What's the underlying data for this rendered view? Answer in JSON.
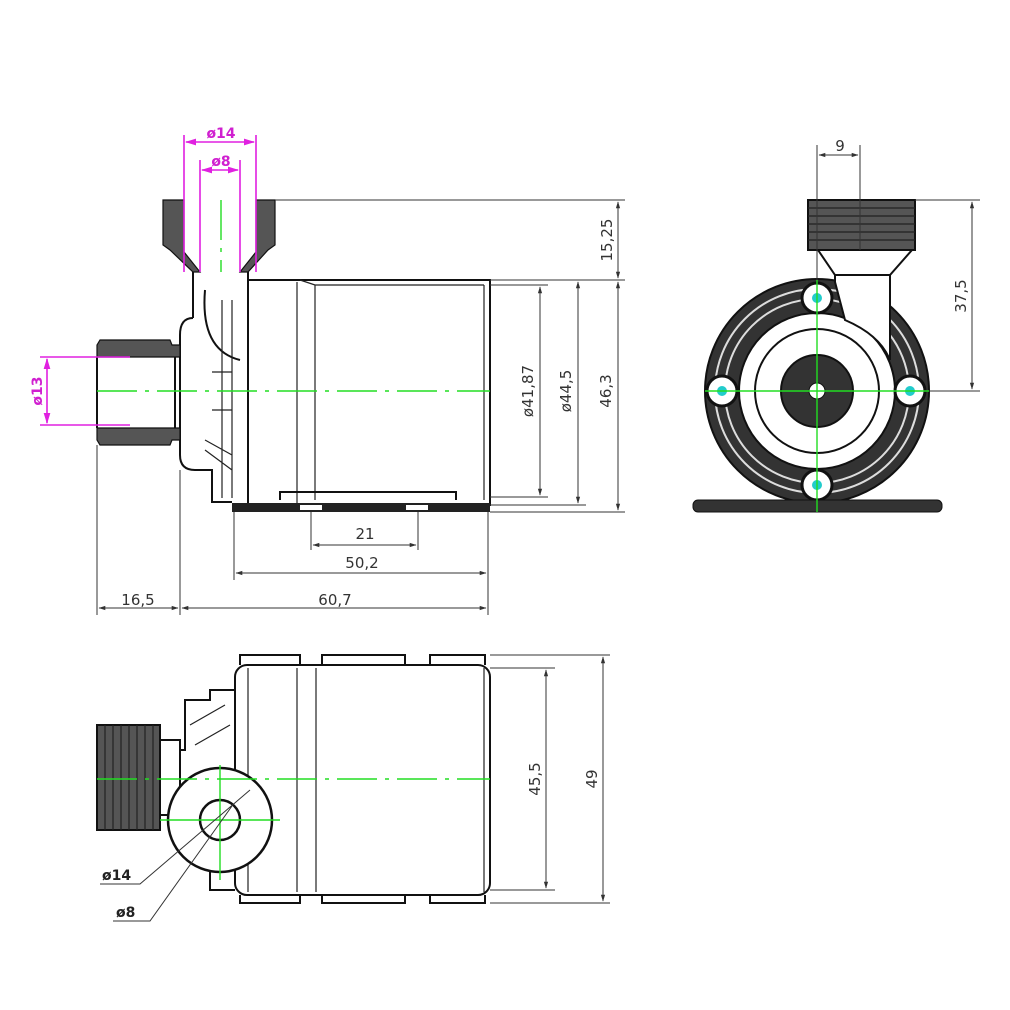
{
  "colors": {
    "line": "#111111",
    "dimension": "#333333",
    "highlight_dimension": "#e020e0",
    "centerline": "#22dd22",
    "hole_center": "#22cccc"
  },
  "side_view": {
    "outlet_outer_diameter": "ø14",
    "outlet_inner_diameter": "ø8",
    "inlet_diameter": "ø13",
    "outlet_height": "15,25",
    "inner_diameter": "ø41,87",
    "outer_diameter": "ø44,5",
    "total_height": "46,3",
    "base_slot_spacing": "21",
    "body_length": "50,2",
    "inlet_length": "16,5",
    "total_length": "60,7"
  },
  "front_view": {
    "outlet_offset": "9",
    "outlet_height": "37,5"
  },
  "bottom_view": {
    "inner_width": "45,5",
    "total_width": "49",
    "outlet_outer_diameter": "ø14",
    "outlet_inner_diameter": "ø8"
  }
}
